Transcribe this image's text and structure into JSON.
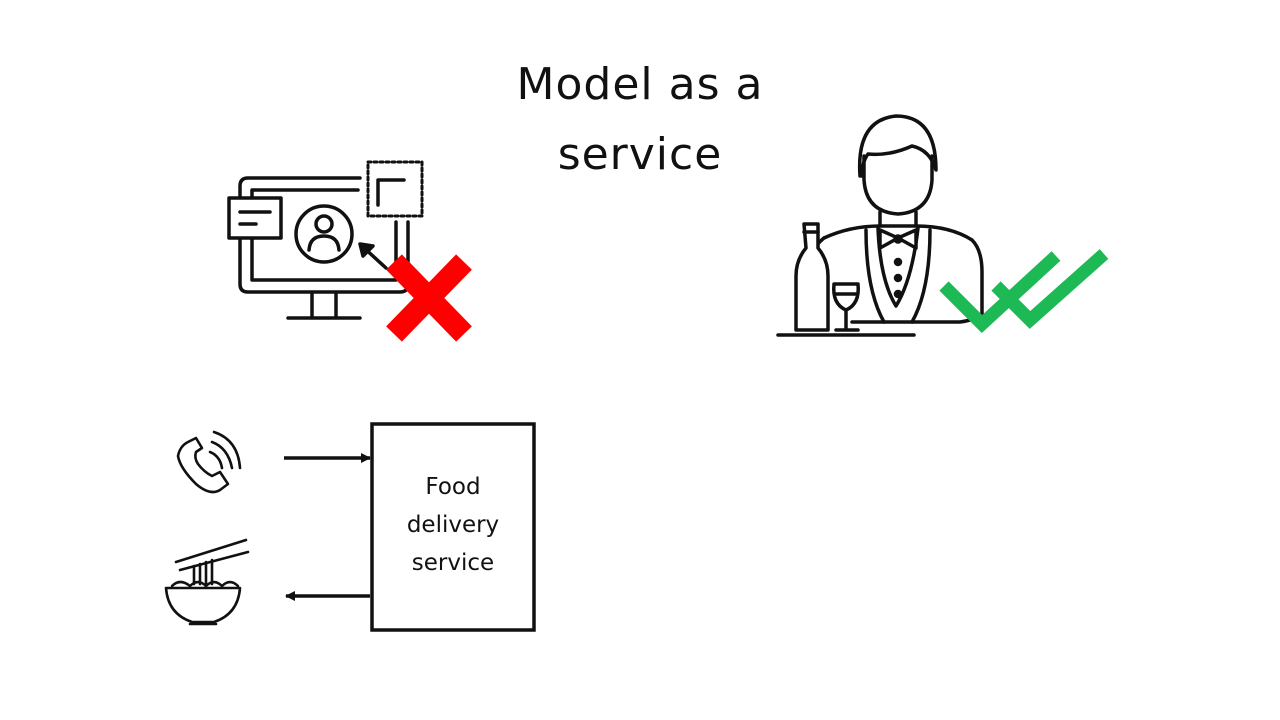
{
  "title": {
    "line1": "Model as a",
    "line2": "service"
  },
  "box": {
    "line1": "Food",
    "line2": "delivery",
    "line3": "service"
  },
  "icons": {
    "computer": "computer-user-icon",
    "waiter": "waiter-icon",
    "phone": "phone-ringing-icon",
    "noodles": "noodle-bowl-icon",
    "cross": "red-cross-icon",
    "check": "double-check-icon"
  },
  "colors": {
    "cross": "#ff0000",
    "check": "#1db954",
    "ink": "#111111"
  }
}
